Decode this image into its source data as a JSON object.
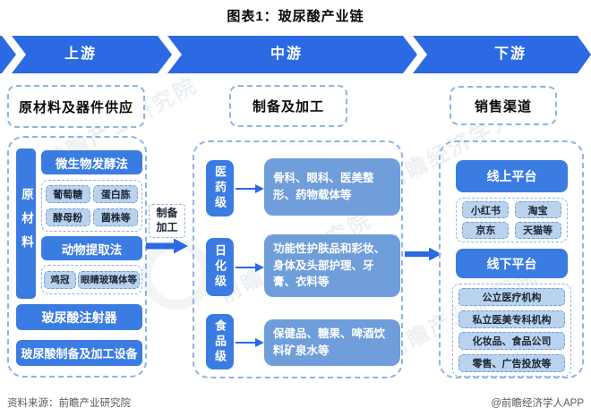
{
  "title": "图表1：玻尿酸产业链",
  "banner": {
    "upstream": "上游",
    "midstream": "中游",
    "downstream": "下游"
  },
  "upstream": {
    "header": "原材料及器件供应",
    "side_label": "原材料",
    "fermentation": {
      "label": "微生物发酵法",
      "items": [
        "葡萄糖",
        "蛋白胨",
        "酵母粉",
        "菌株等"
      ]
    },
    "animal": {
      "label": "动物提取法",
      "items": [
        "鸡冠",
        "眼睛玻璃体等"
      ]
    },
    "injector": "玻尿酸注射器",
    "equipment": "玻尿酸制备及加工设备"
  },
  "connector": {
    "line1": "制备",
    "line2": "加工"
  },
  "midstream": {
    "header": "制备及加工",
    "rows": [
      {
        "grade": "医药级",
        "desc": "骨科、眼科、医美整形、药物载体等"
      },
      {
        "grade": "日化级",
        "desc": "功能性护肤品和彩妆、身体及头部护理、牙膏、衣料等"
      },
      {
        "grade": "食品级",
        "desc": "保健品、糖果、啤酒饮料矿泉水等"
      }
    ]
  },
  "downstream": {
    "header": "销售渠道",
    "online": {
      "label": "线上平台",
      "items": [
        "小红书",
        "淘宝",
        "京东",
        "天猫等"
      ]
    },
    "offline": {
      "label": "线下平台",
      "items": [
        "公立医疗机构",
        "私立医美专科机构",
        "化妆品、食品公司",
        "零售、广告投放等"
      ]
    }
  },
  "footer": {
    "source": "资料来源：前瞻产业研究院",
    "credit": "@前瞻经济学人APP"
  },
  "watermarks": [
    "前瞻产业研究院",
    "前瞻产业研究院",
    "前瞻经济学人",
    "前瞻产业研究院"
  ],
  "colors": {
    "banner_blue": "#2c6ae4",
    "box_blue": "#3b7ce2",
    "content_blue": "#6f9edb",
    "chip_blue": "#b9d3ef",
    "dash_border": "#8fb3e3"
  }
}
